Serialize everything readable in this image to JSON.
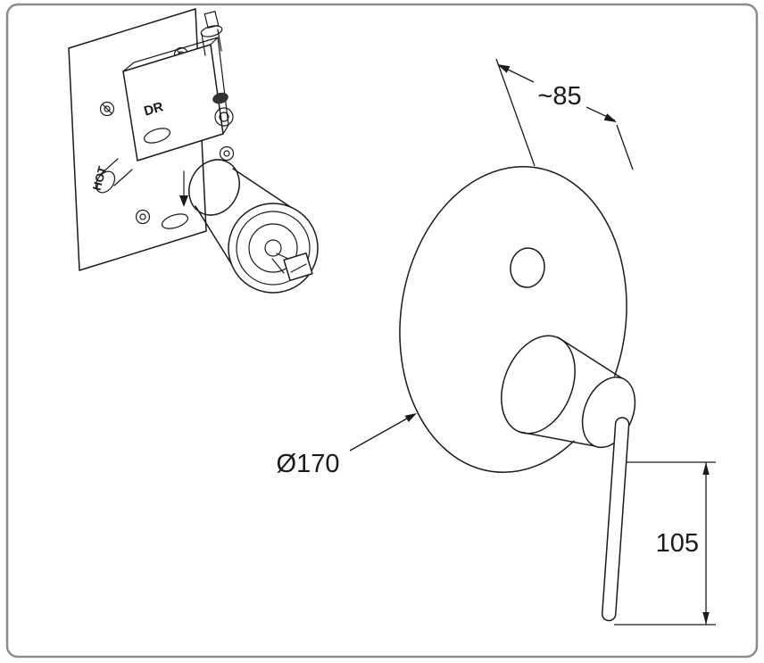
{
  "diagram": {
    "colors": {
      "line": "#1a1a1a",
      "frame": "#8c8c8c",
      "background": "#ffffff"
    },
    "valve_labels": {
      "dr": "DR",
      "hot": "HOT"
    },
    "dimensions": {
      "depth_from_wall": "~85",
      "escutcheon_diameter": "Ø170",
      "lever_length": "105"
    }
  }
}
